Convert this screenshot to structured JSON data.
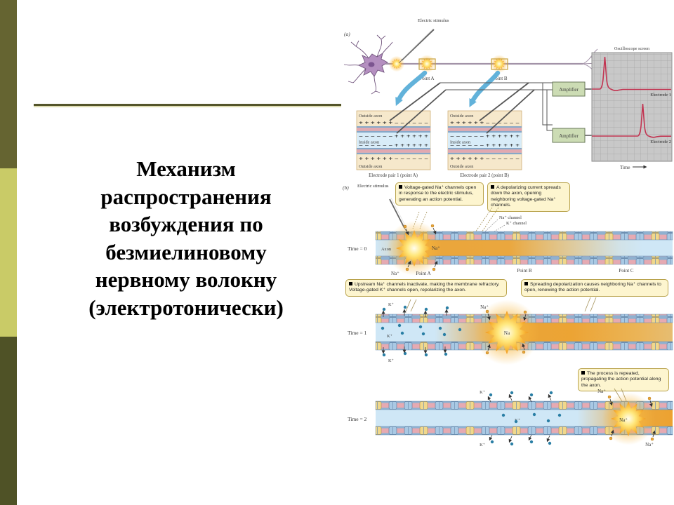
{
  "slide": {
    "title_lines": [
      "Механизм",
      "распространения",
      "возбуждения по",
      "безмиелиновому",
      "нервному волокну",
      "(электротонически)"
    ]
  },
  "colors": {
    "accent_dark": "#656431",
    "accent_light": "#c9cb67",
    "accent_deep": "#4f5226",
    "rule": "#54552b",
    "depolarization_orange": "#eda02a",
    "axon_blue": "#cfe7f6",
    "callout_bg": "#fdf5cf",
    "trace_red": "#c23552"
  },
  "figure": {
    "panel_a": {
      "label": "(a)",
      "stimulus_label": "Electric stimulus",
      "point_a": "Point A",
      "point_b": "Point B",
      "outside_axon": "Outside axon",
      "inside_axon": "Inside axon",
      "charges_outside": "+ + + + + + − − − − − −",
      "charges_inside": "− − − − − − + + + + + +",
      "electrode_pair_1": "Electrode pair 1 (point A)",
      "electrode_pair_2": "Electrode pair 2 (point B)",
      "amplifier": "Amplifier",
      "oscilloscope_title": "Oscilloscope screen",
      "electrode_1": "Electrode 1",
      "electrode_2": "Electrode 2",
      "time_label": "Time"
    },
    "panel_b": {
      "label": "(b)",
      "stimulus_label": "Electric stimulus",
      "callout_1": "Voltage-gated Na⁺ channels open in response to the electric stimulus, generating an action potential.",
      "callout_2": "A depolarizing current spreads down the axon, opening neighboring voltage-gated Na⁺ channels.",
      "callout_3": "Upstream Na⁺ channels inactivate, making the membrane refractory. Voltage-gated K⁺ channels open, repolarizing the axon.",
      "callout_4": "Spreading depolarization causes neighboring Na⁺ channels to open, renewing the action potential.",
      "callout_5": "The process is repeated, propagating the action potential along the axon.",
      "na_channel": "Na⁺ channel",
      "k_channel": "K⁺ channel",
      "time_0": "Time = 0",
      "time_1": "Time = 1",
      "time_2": "Time = 2",
      "axon": "Axon",
      "point_a": "Point A",
      "point_b": "Point B",
      "point_c": "Point C",
      "na": "Na⁺",
      "na_center": "Na",
      "k": "K⁺"
    }
  }
}
